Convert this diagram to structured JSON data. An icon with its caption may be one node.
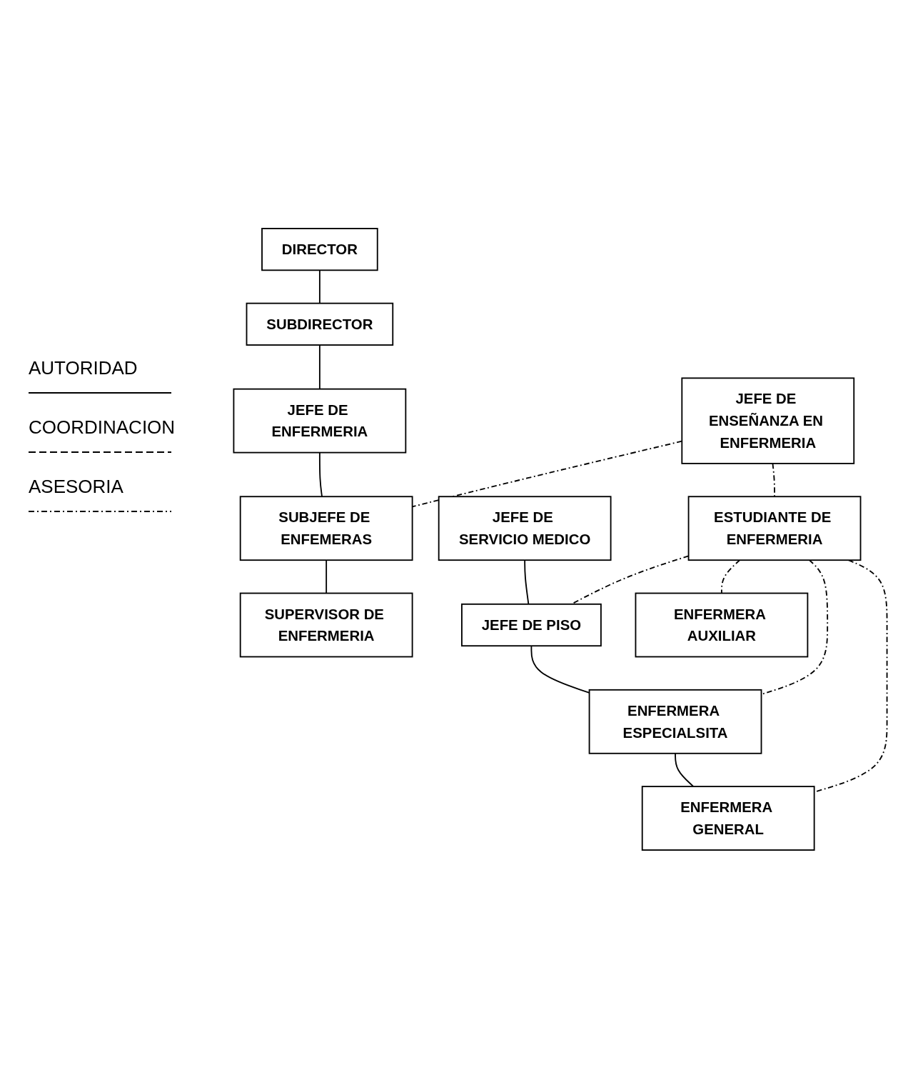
{
  "diagram": {
    "nodes": [
      {
        "text": [
          "DIRECTOR"
        ]
      },
      {
        "text": [
          "SUBDIRECTOR"
        ]
      },
      {
        "text": [
          "JEFE DE ENFERMERIA"
        ]
      },
      {
        "text": [
          "JEFE DE ENSEÑANZA EN ENFERMERIA"
        ]
      },
      {
        "text": [
          "SUBJEFE DE ENFEMERAS"
        ]
      },
      {
        "text": [
          "ESTUDIANTE DE ENFERMERIA"
        ]
      },
      {
        "text": [
          "SUPERVISOR DE ENFERMERIA"
        ]
      },
      {
        "text": [
          "JEFE DE SERVICIO MEDICO"
        ]
      },
      {
        "text": [
          "JEFE DE PISO"
        ]
      },
      {
        "text": [
          "ENFERMERA ESPECIALSITA"
        ]
      },
      {
        "text": [
          "ENFERMERA GENERAL"
        ]
      },
      {
        "text": [
          "ENFERMERA AUXILIAR"
        ]
      }
    ],
    "edges": [
      {
        "from": 0,
        "to": 1,
        "arrow": "none"
      },
      {
        "from": 1,
        "to": 2,
        "arrow": "none"
      },
      {
        "from": 2,
        "to": 4,
        "arrow": "none"
      },
      {
        "from": 3,
        "to": 4,
        "arrow": "none",
        "style": "dashed"
      },
      {
        "from": 3,
        "to": 5,
        "arrow": "none",
        "style": "dashed"
      },
      {
        "from": 4,
        "to": 6,
        "arrow": "none"
      },
      {
        "from": 7,
        "to": 8,
        "arrow": "none"
      },
      {
        "from": 5,
        "to": 8,
        "arrow": "none",
        "style": "dashed"
      },
      {
        "from": 8,
        "to": 9,
        "arrow": "none"
      },
      {
        "from": 9,
        "to": 10,
        "arrow": "none"
      },
      {
        "from": 5,
        "to": 9,
        "arrow": "none",
        "style": "dashed"
      },
      {
        "from": 5,
        "to": 10,
        "arrow": "none",
        "style": "dashed"
      },
      {
        "from": 5,
        "to": 11,
        "arrow": "none",
        "style": "dashed"
      }
    ],
    "legend": [
      {
        "text": "AUTORIDAD"
      },
      {
        "text": "COORDINACION"
      },
      {
        "text": "ASESORIA"
      }
    ]
  }
}
